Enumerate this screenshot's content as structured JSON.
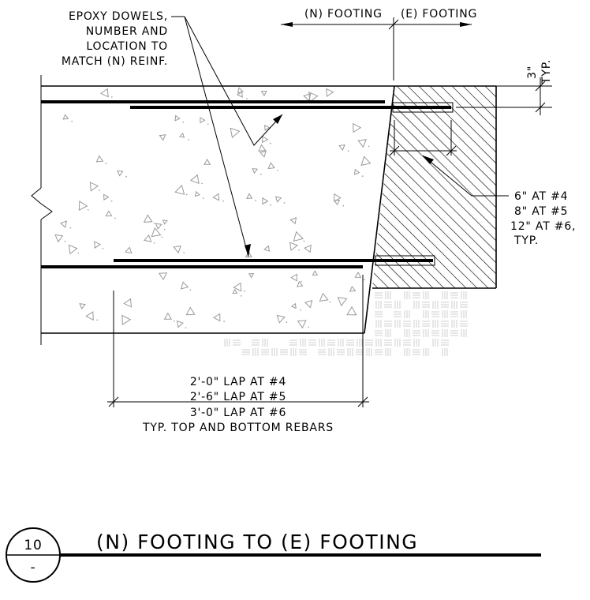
{
  "header": {
    "new_footing": "(N) FOOTING",
    "existing_footing": "(E) FOOTING"
  },
  "notes": {
    "epoxy_dowels": [
      "EPOXY DOWELS,",
      "NUMBER AND",
      "LOCATION TO",
      "MATCH (N) REINF."
    ],
    "cover_value": "3\"",
    "cover_typ": "TYP.",
    "embedment": [
      "6\" AT #4",
      "8\" AT #5",
      "12\" AT #6,",
      "TYP."
    ],
    "lap": [
      "2'-0\" LAP AT #4",
      "2'-6\" LAP AT #5",
      "3'-0\" LAP AT #6",
      "TYP. TOP AND BOTTOM REBARS"
    ]
  },
  "title_block": {
    "detail_number": "10",
    "sheet_reference": "-",
    "title": "(N) FOOTING TO (E) FOOTING"
  },
  "colors": {
    "linework": "#000000",
    "aggregate": "#9a9a9a",
    "soil": "#cfcfcf",
    "background": "#ffffff"
  }
}
